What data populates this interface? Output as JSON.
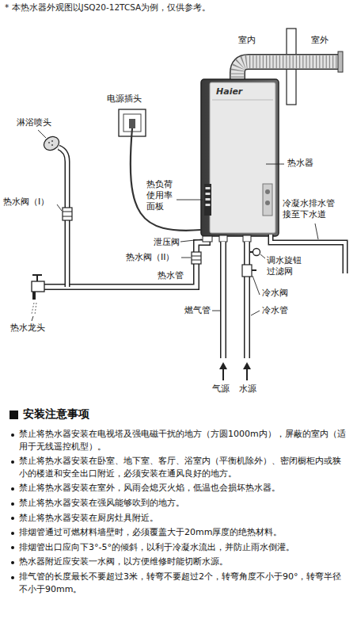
{
  "diagram": {
    "title": "安装注意事项",
    "labels": [
      "* 本热水器外观图以JSQ20-12TCSA为例，仅供参考。",
      "室内",
      "室外",
      "电源插头",
      "淋浴喷头",
      "热负荷 使用率 面板",
      "Haier",
      "热水器",
      "热水阀（I）",
      "泄压阀",
      "热水阀（II）",
      "热水管",
      "冷凝水排水管 接至下水道",
      "调水旋钮 过滤网",
      "燃气管",
      "冷水阀",
      "冷水管",
      "热水龙头",
      "气源",
      "水源",
      "禁止将热水器安装在电视塔及强电磁干扰的地方（方圆1000m内），屏蔽的室内（适用于无线遥控机型）。",
      "禁止将热水器安装在卧室、地下室、客厅、浴室内（平衡机除外）、密闭橱柜内或狭小的楼道和安全出口附近，必须安装在通风良好的地方。",
      "禁止将热水器安装在室外，风雨会熄灭火焰，低温也会损坏热水器。",
      "禁止将热水器安装在强风能够吹到的地方。",
      "禁止将热水器安装在厨房灶具附近。",
      "排烟管通过可燃材料墙壁时，必须覆盖大于20mm厚度的绝热材料。",
      "排烟管出口应向下3°-5°的倾斜，以利于冷凝水流出，并防止雨水倒灌。",
      "热水器附近应安装一水阀，以方便维修时能切断水源。",
      "排气管的长度最长不要超过3米，转弯不要超过2个，转弯角度不小于90°，转弯半径不小于90mm。"
    ]
  }
}
